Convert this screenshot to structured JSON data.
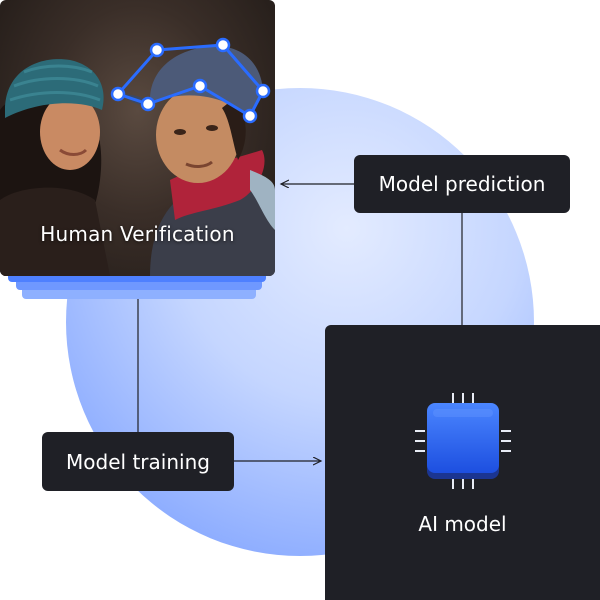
{
  "nodes": {
    "human_verification": {
      "label": "Human Verification"
    },
    "model_prediction": {
      "label": "Model prediction"
    },
    "model_training": {
      "label": "Model training"
    },
    "ai_model": {
      "label": "AI model"
    }
  },
  "edges": [
    {
      "from": "model_prediction",
      "to": "human_verification"
    },
    {
      "from": "ai_model",
      "to": "model_prediction"
    },
    {
      "from": "human_verification",
      "to": "model_training"
    },
    {
      "from": "model_training",
      "to": "ai_model"
    }
  ],
  "icons": {
    "chip": "processor-chip-icon",
    "annotation": "polygon-annotation-icon"
  },
  "colors": {
    "accent_blue": "#2f6bff",
    "dark_box": "#1f2026",
    "circle_blue": "#8cacff",
    "annotation_stroke": "#2a6cff"
  }
}
